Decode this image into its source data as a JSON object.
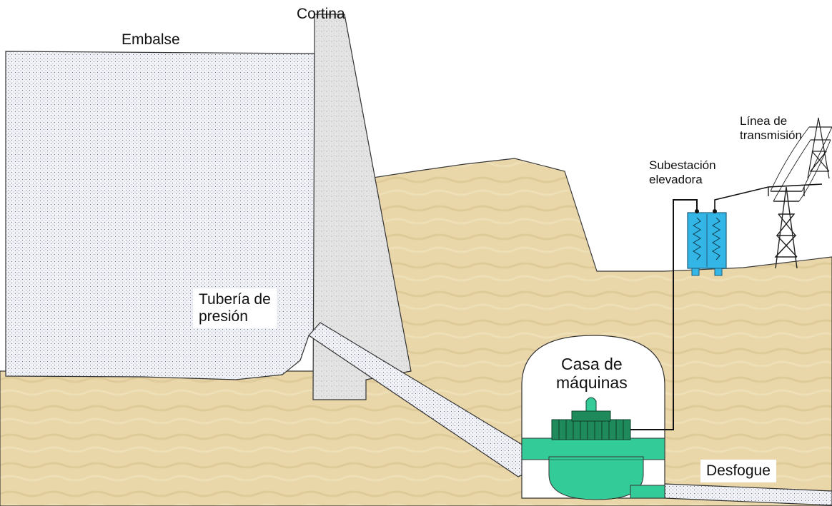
{
  "labels": {
    "reservoir": "Embalse",
    "dam": "Cortina",
    "transmission_line": "Línea de\ntransmisión",
    "substation": "Subestación\nelevadora",
    "penstock": "Tubería de\npresión",
    "powerhouse": "Casa de\nmáquinas",
    "tailrace": "Desfogue"
  },
  "colors": {
    "ground": "#e8d5a6",
    "reservoir": "#eef1f8",
    "dam": "#e6e6e6",
    "turbine": "#33cc99",
    "generator": "#1f8a5c",
    "transformer": "#33b5e6",
    "line": "#111111"
  }
}
